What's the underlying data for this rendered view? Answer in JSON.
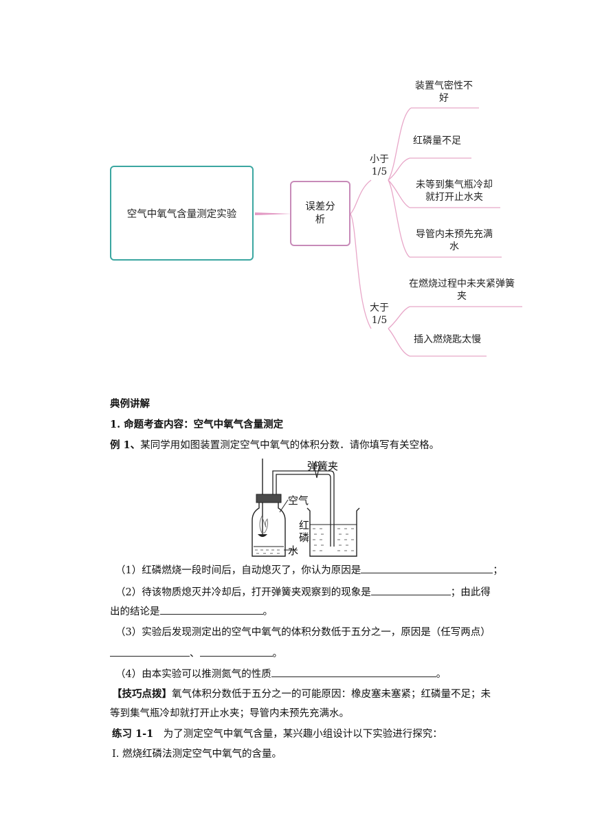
{
  "mindmap": {
    "root": "空气中氧气含量测定实验",
    "branch": "误差分析",
    "groups": [
      {
        "label": "小于1/5",
        "label_line1": "小于",
        "label_line2": "1/5",
        "items": [
          {
            "line1": "装置气密性不",
            "line2": "好"
          },
          {
            "line1": "红磷量不足",
            "line2": ""
          },
          {
            "line1": "未等到集气瓶冷却",
            "line2": "就打开止水夹"
          },
          {
            "line1": "导管内未预先充满",
            "line2": "水"
          }
        ]
      },
      {
        "label": "大于1/5",
        "label_line1": "大于",
        "label_line2": "1/5",
        "items": [
          {
            "line1": "在燃烧过程中未夹紧弹簧",
            "line2": "夹"
          },
          {
            "line1": "插入燃烧匙太慢",
            "line2": ""
          }
        ]
      }
    ],
    "colors": {
      "root_border": "#3aa6a0",
      "branch_border": "#c78ab8",
      "lines": "#e8a6c8",
      "connector": "#e39ac4"
    }
  },
  "section_title": "典例讲解",
  "heading": "1. 命题考查内容：空气中氧气含量测定",
  "example": {
    "label": "例 1、",
    "text": "某同学用如图装置测定空气中氧气的体积分数．请你填写有关空格。"
  },
  "figure_labels": {
    "clip": "弹簧夹",
    "air": "空气",
    "phosphorus_1": "红",
    "phosphorus_2": "磷",
    "water": "水"
  },
  "questions": {
    "q1": "（1）红磷燃烧一段时间后，自动熄灭了，你认为原因是",
    "q1_end": "；",
    "q2a": "（2）待该物质熄灭并冷却后，打开弹簧夹观察到的现象是",
    "q2b": "；由此得",
    "q2c": "出的结论是",
    "q2_end": "。",
    "q3a": "（3）实验后发现测定出的空气中氧气的体积分数低于五分之一，原因是（任写两点）",
    "q3_sep": "、",
    "q3_end": "。",
    "q4": "（4）由本实验可以推测氮气的性质",
    "q4_end": "。"
  },
  "tip": {
    "label": "【技巧点拨】",
    "line1": "氧气体积分数低于五分之一的可能原因：橡皮塞未塞紧；红磷量不足；未",
    "line2": "等到集气瓶冷却就打开止水夹；导管内未预先充满水。"
  },
  "practice": {
    "label": "练习 1-1",
    "text": "　为了测定空气中氧气含量，某兴趣小组设计以下实验进行探究："
  },
  "method": "I.  燃烧红磷法测定空气中氧气的含量。"
}
